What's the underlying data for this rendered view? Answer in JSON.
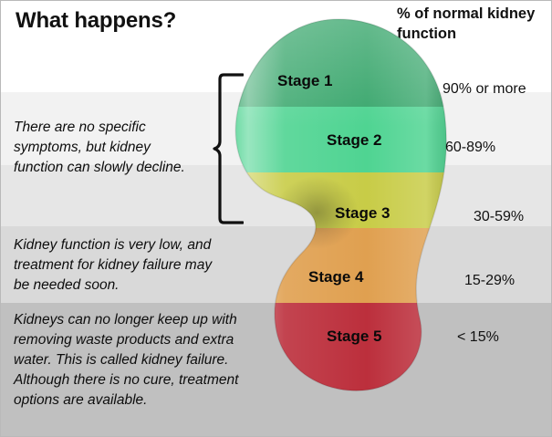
{
  "title": "What happens?",
  "percent_header": "% of normal kidney function",
  "descriptions": [
    "There are no specific symptoms, but kidney function can slowly decline.",
    "Kidney function is very low, and treatment for kidney failure may be needed soon.",
    "Kidneys can no longer keep up with removing waste products and extra water. This is called kidney failure. Although there is no cure, treatment options are available."
  ],
  "stages": [
    {
      "label": "Stage 1",
      "percent": "90% or more",
      "color": "#3aa76d"
    },
    {
      "label": "Stage 2",
      "percent": "60-89%",
      "color": "#4fd492"
    },
    {
      "label": "Stage 3",
      "percent": "30-59%",
      "color": "#c8cc47"
    },
    {
      "label": "Stage 4",
      "percent": "15-29%",
      "color": "#e0a050"
    },
    {
      "label": "Stage 5",
      "percent": "< 15%",
      "color": "#bc2f3c"
    }
  ],
  "bands": [
    {
      "color": "#f2f2f2"
    },
    {
      "color": "#e6e6e6"
    },
    {
      "color": "#d9d9d9"
    },
    {
      "color": "#c0c0c0"
    }
  ],
  "chart_data": {
    "type": "diagram",
    "title": "What happens?",
    "subject": "Chronic kidney disease stages",
    "categories": [
      "Stage 1",
      "Stage 2",
      "Stage 3",
      "Stage 4",
      "Stage 5"
    ],
    "value_label": "% of normal kidney function",
    "values": [
      "90% or more",
      "60-89%",
      "30-59%",
      "15-29%",
      "< 15%"
    ],
    "colors": [
      "#3aa76d",
      "#4fd492",
      "#c8cc47",
      "#e0a050",
      "#bc2f3c"
    ],
    "annotations": [
      "There are no specific symptoms, but kidney function can slowly decline.",
      "Kidney function is very low, and treatment for kidney failure may be needed soon.",
      "Kidneys can no longer keep up with removing waste products and extra water. This is called kidney failure. Although there is no cure, treatment options are available."
    ]
  }
}
